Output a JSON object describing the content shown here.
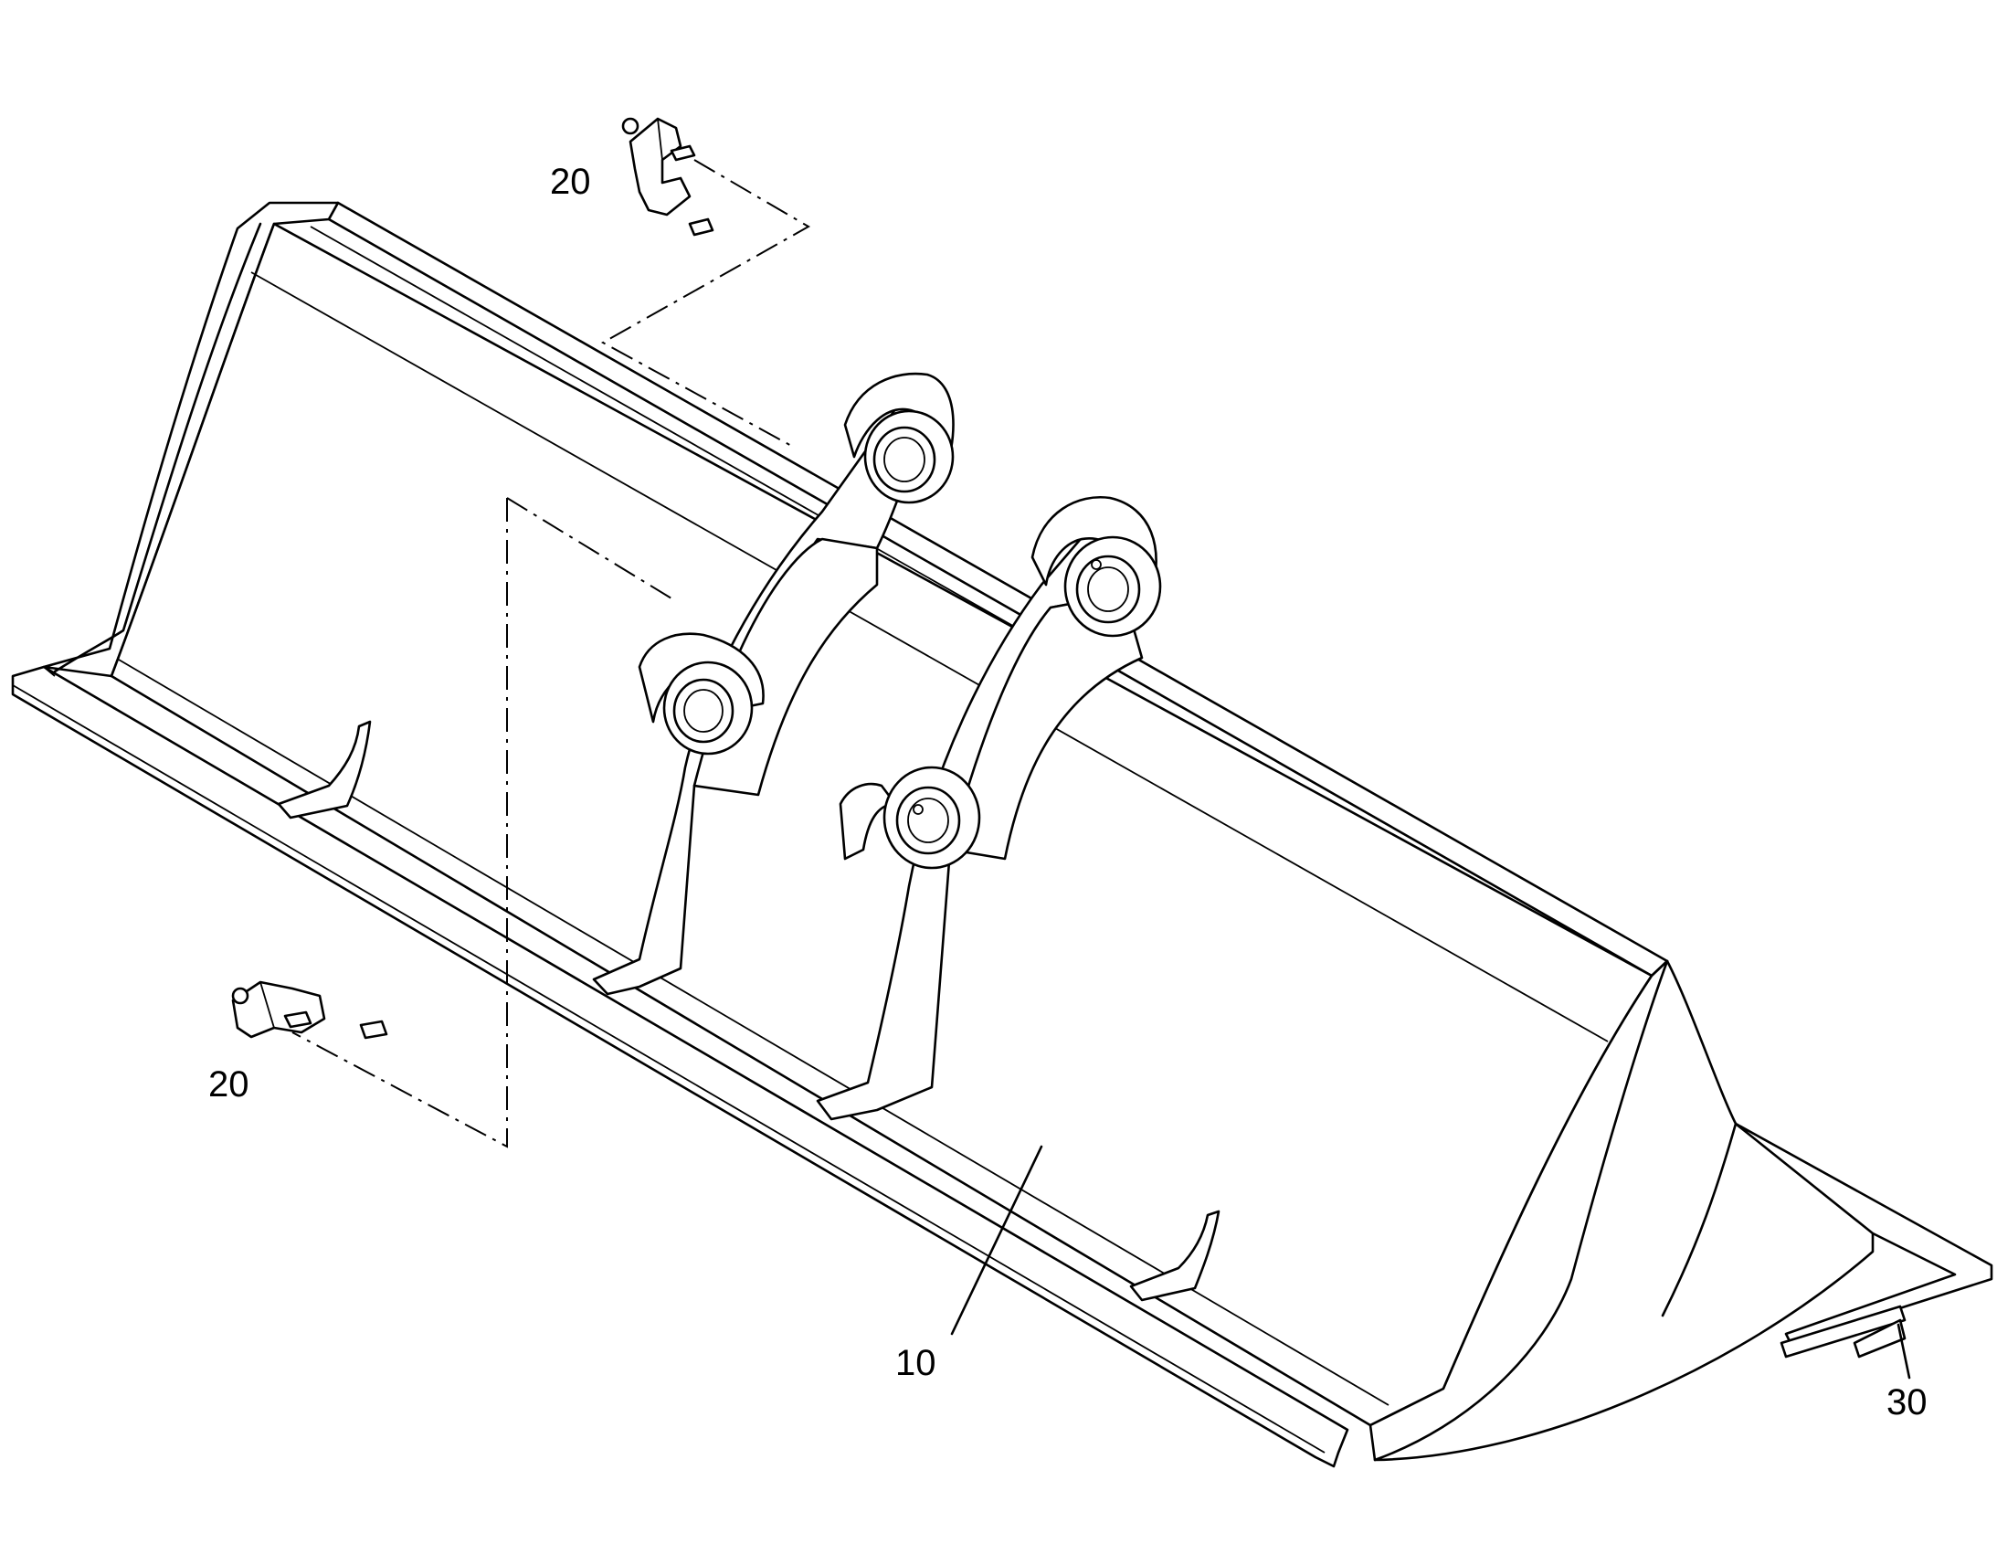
{
  "callouts": [
    {
      "id": "part-20-top",
      "label": "20"
    },
    {
      "id": "part-20-left",
      "label": "20"
    },
    {
      "id": "part-10",
      "label": "10"
    },
    {
      "id": "part-30",
      "label": "30"
    }
  ],
  "colors": {
    "line": "#000000",
    "background": "#ffffff"
  }
}
